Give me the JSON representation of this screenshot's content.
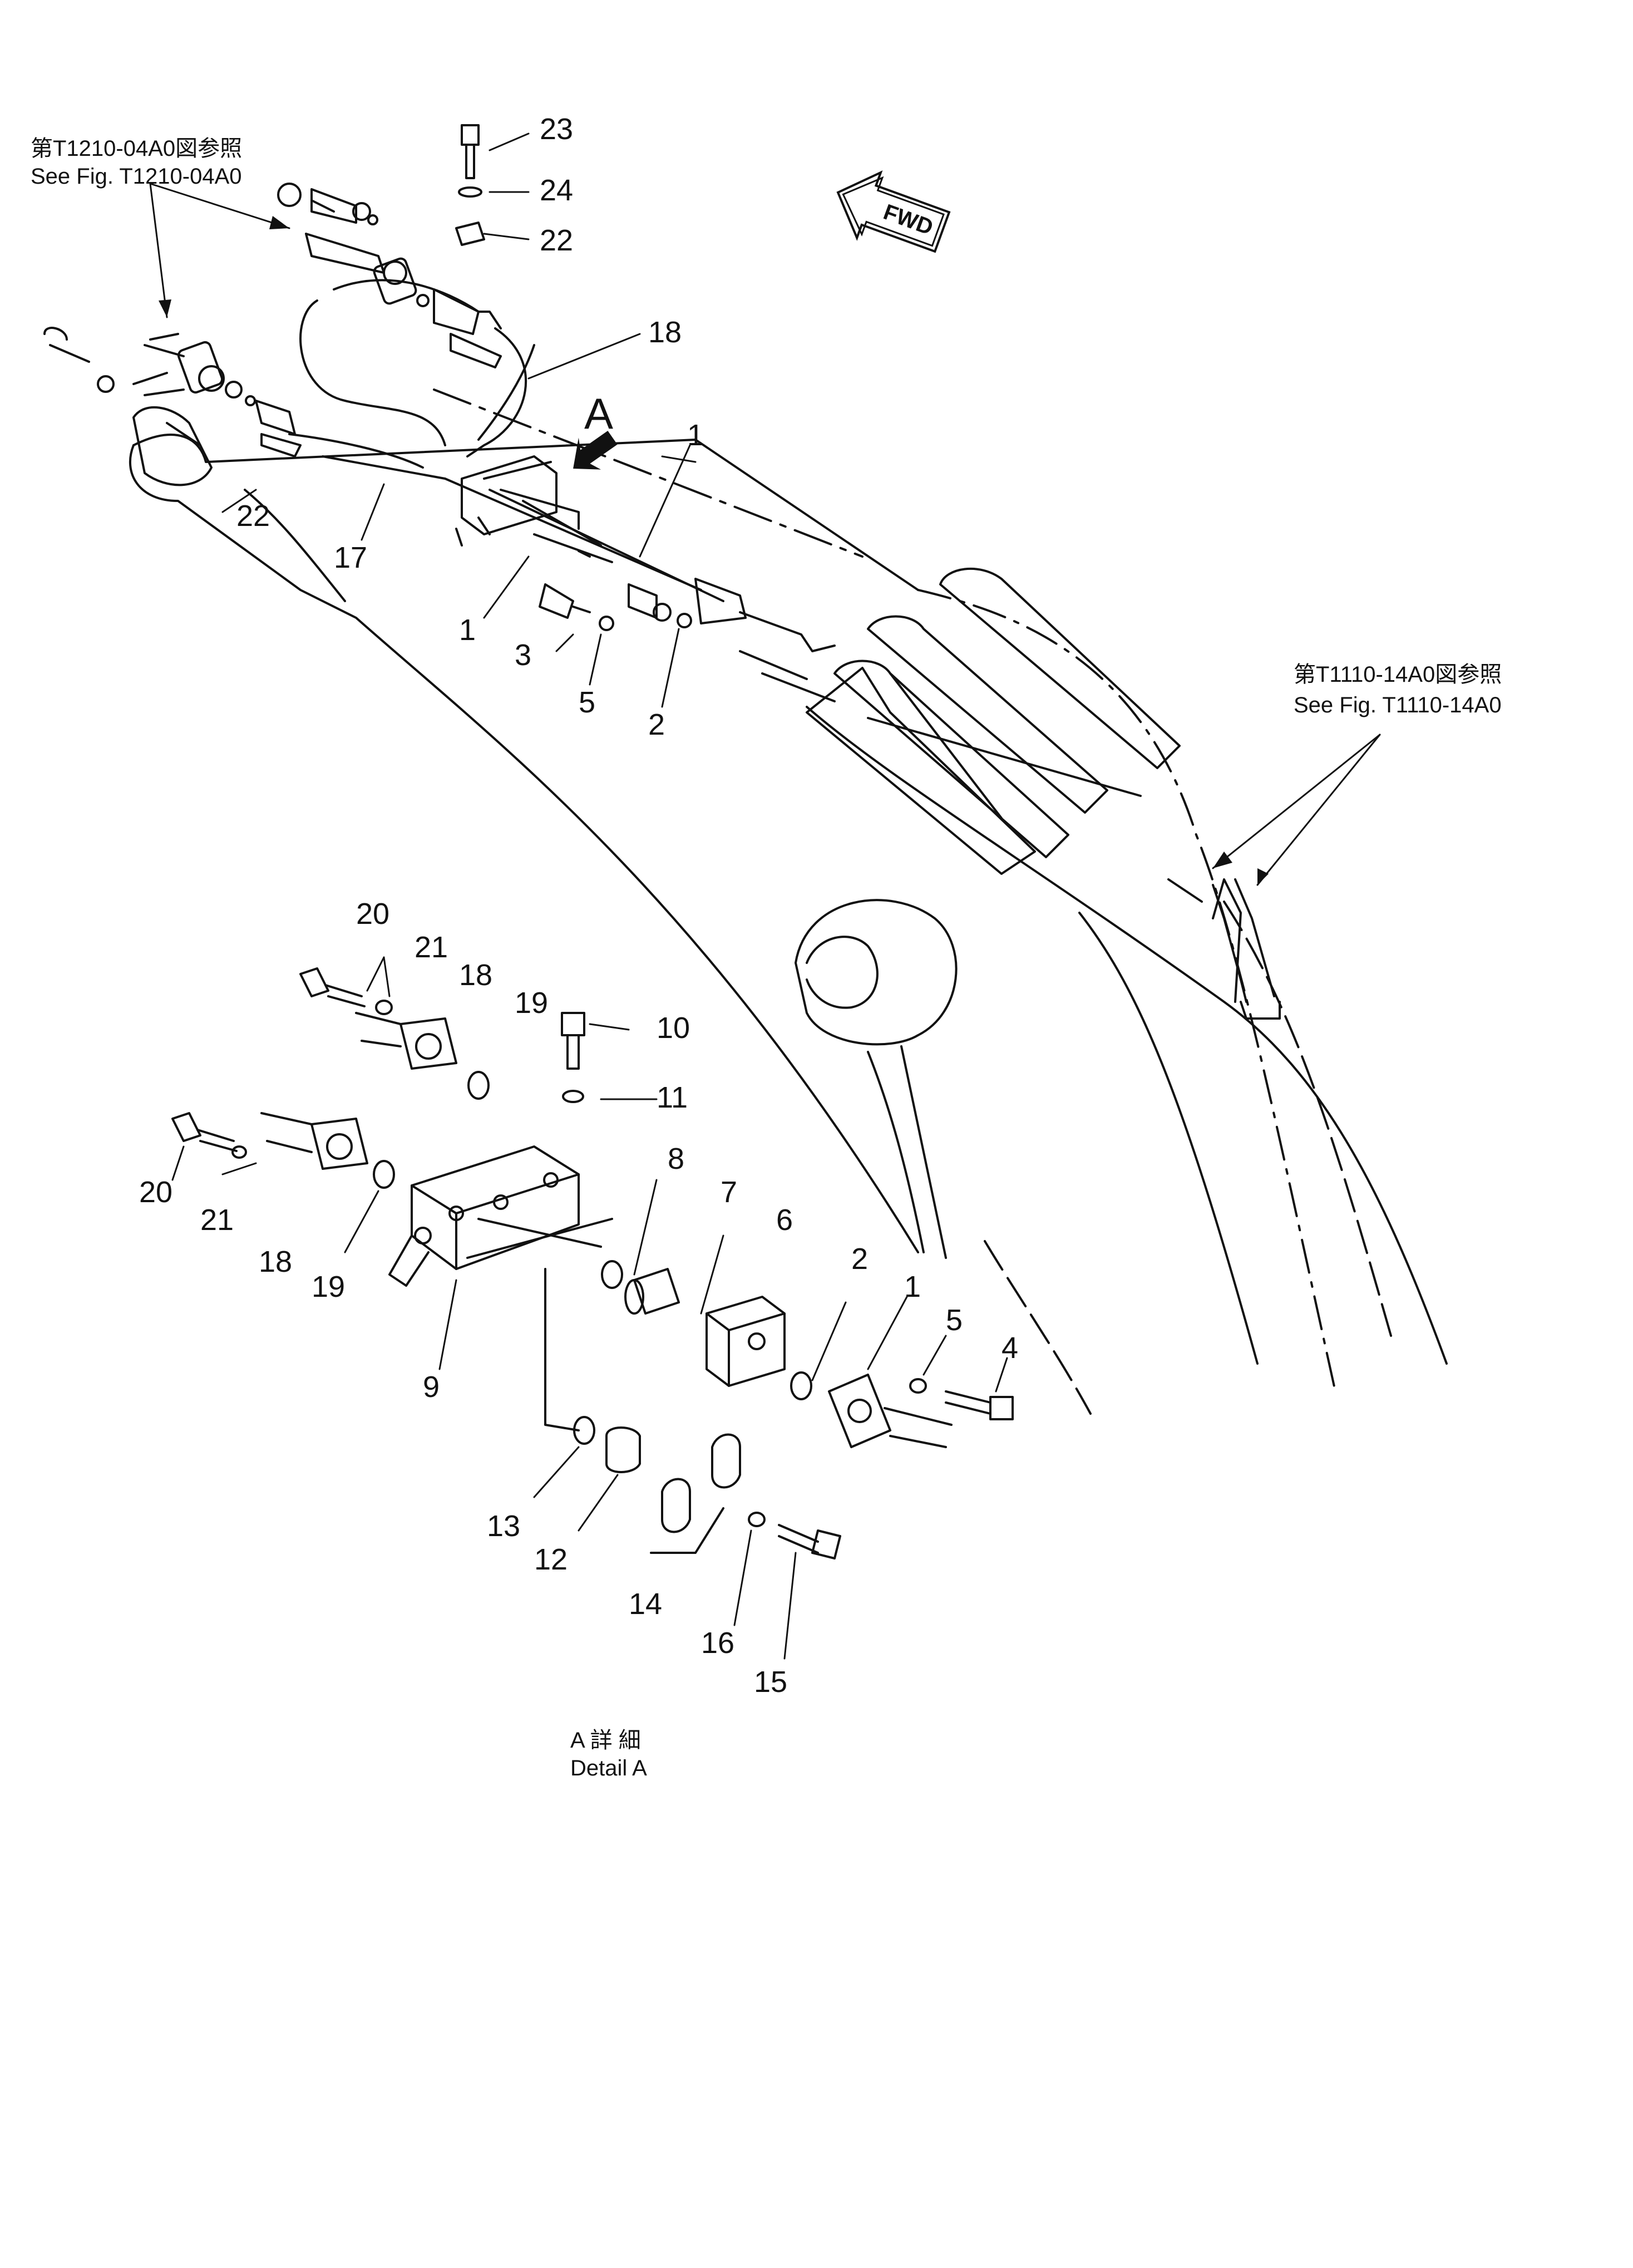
{
  "references": {
    "top_left_ja": "第T1210-04A0図参照",
    "top_left_en": "See  Fig.  T1210-04A0",
    "right_ja": "第T1110-14A0図参照",
    "right_en": "See  Fig.  T1110-14A0"
  },
  "direction_label": "FWD",
  "view_marker": "A",
  "detail_caption_ja": "A  詳  細",
  "detail_caption_en": "Detail  A",
  "callouts": {
    "c23": "23",
    "c24": "24",
    "c22a": "22",
    "c18a": "18",
    "c22b": "22",
    "c17": "17",
    "c1a": "1",
    "c1b": "1",
    "c3": "3",
    "c5a": "5",
    "c2a": "2",
    "c20a": "20",
    "c21a": "21",
    "c18b": "18",
    "c19a": "19",
    "c10": "10",
    "c11": "11",
    "c20b": "20",
    "c21b": "21",
    "c18c": "18",
    "c19b": "19",
    "c8": "8",
    "c7": "7",
    "c6": "6",
    "c2b": "2",
    "c1c": "1",
    "c5b": "5",
    "c4": "4",
    "c9": "9",
    "c13": "13",
    "c12": "12",
    "c14": "14",
    "c16": "16",
    "c15": "15"
  },
  "icons": [
    "fwd-arrow-icon",
    "view-arrow-icon"
  ]
}
